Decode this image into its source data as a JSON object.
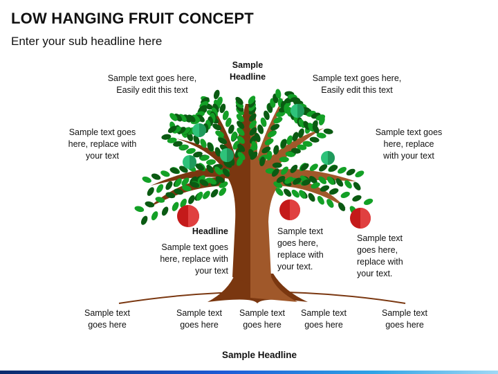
{
  "header": {
    "title": "LOW HANGING FRUIT CONCEPT",
    "subtitle": "Enter your sub headline here"
  },
  "tree": {
    "top_headline": "Sample\nHeadline",
    "top_left": "Sample text goes here,\nEasily edit this text",
    "top_right": "Sample text goes here,\nEasily edit this text",
    "mid_left": "Sample text goes\nhere, replace with\nyour text",
    "mid_right": "Sample text goes\nhere, replace\nwith your text",
    "fruit_headline": "Headline",
    "fruit_left": "Sample text goes\nhere, replace with\nyour text",
    "fruit_center": "Sample text\ngoes here,\nreplace with\nyour text.",
    "fruit_right": "Sample text\ngoes here,\nreplace with\nyour text."
  },
  "ground": {
    "labels": [
      "Sample text\ngoes here",
      "Sample text\ngoes here",
      "Sample text\ngoes here",
      "Sample text\ngoes here",
      "Sample text\ngoes here"
    ],
    "bottom_headline": "Sample Headline"
  },
  "colors": {
    "trunk_dark": "#7a3710",
    "trunk_light": "#a0582a",
    "leaf_dark": "#0a5a12",
    "leaf_light": "#13a026",
    "apple_red": "#c41a1a",
    "apple_green": "#2ec27a",
    "ground_line": "#7a3710"
  }
}
